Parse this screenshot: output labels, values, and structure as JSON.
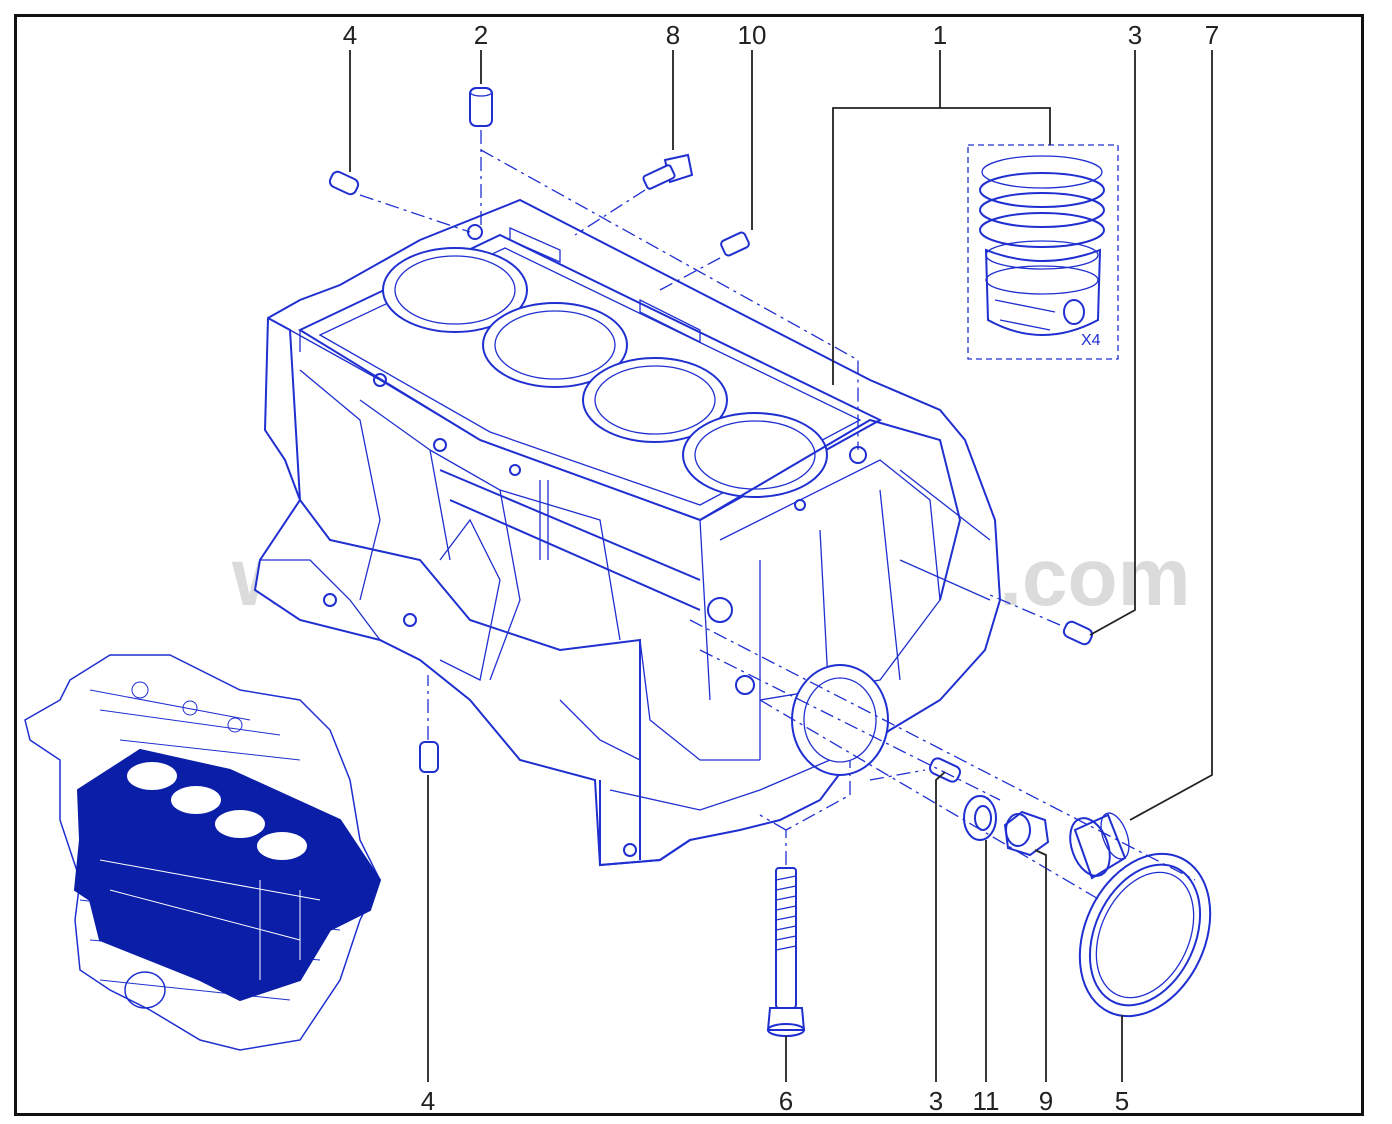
{
  "diagram": {
    "watermark": "www.partsassistant.com",
    "piston_qty": "X4",
    "callouts": {
      "top_4": "4",
      "top_2": "2",
      "top_8": "8",
      "top_10": "10",
      "top_1": "1",
      "top_3": "3",
      "top_7": "7",
      "bottom_4": "4",
      "bottom_6": "6",
      "bottom_3": "3",
      "bottom_11": "11",
      "bottom_9": "9",
      "bottom_5": "5"
    }
  }
}
